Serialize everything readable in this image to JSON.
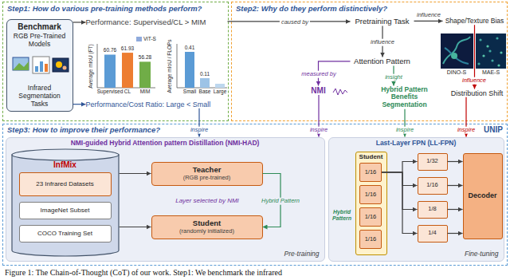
{
  "diagram": {
    "caption": "Figure 1: The Chain-of-Thought (CoT) of our work. Step1: We benchmark the infrared",
    "nodes": [
      {
        "text": [
          "Step1: How do various pre-training methods perform?"
        ]
      },
      {
        "text": [
          "Benchmark",
          "RGB Pre-Trained Models",
          "Infrared Segmentation Tasks"
        ],
        "in": 0
      },
      {
        "text": [
          "Performance: Supervised/CL > MIM"
        ],
        "in": 0
      },
      {
        "text": [
          "Performance/Cost Ratio: Large < Small"
        ],
        "in": 0
      },
      {
        "text": [
          "Step2: Why do they perform distinctively?"
        ]
      },
      {
        "text": [
          "Pretraining Task"
        ],
        "in": 4
      },
      {
        "text": [
          "Shape/Texture Bias"
        ],
        "in": 4
      },
      {
        "text": [
          "Attention Pattern"
        ],
        "in": 4
      },
      {
        "text": [
          "NMI"
        ],
        "in": 4
      },
      {
        "text": [
          "Hybrid Pattern Benefits Segmentation"
        ],
        "in": 4
      },
      {
        "text": [
          "Distribution Shift"
        ],
        "in": 4
      },
      {
        "text": [
          "Step3: How to improve their performance?",
          "UNIP"
        ]
      },
      {
        "text": [
          "NMI-guided Hybrid Attention pattern Distillation (NMI-HAD)",
          "Pre-training"
        ],
        "in": 11
      },
      {
        "text": [
          "InfMix"
        ],
        "in": 12
      },
      {
        "text": [
          "23 Infrared Datasets"
        ],
        "in": 13
      },
      {
        "text": [
          "ImageNet Subset"
        ],
        "in": 13
      },
      {
        "text": [
          "COCO Training Set"
        ],
        "in": 13
      },
      {
        "text": [
          "Teacher",
          "(RGB pre-trained)"
        ],
        "in": 12
      },
      {
        "text": [
          "Student",
          "(randomly initialized)"
        ],
        "in": 12
      },
      {
        "text": [
          "Last-Layer FPN (LL-FPN)",
          "Fine-tuning"
        ],
        "in": 11
      },
      {
        "text": [
          "Student"
        ],
        "in": 19
      },
      {
        "text": [
          "1/16"
        ],
        "in": 20
      },
      {
        "text": [
          "1/16"
        ],
        "in": 20
      },
      {
        "text": [
          "1/16"
        ],
        "in": 20
      },
      {
        "text": [
          "1/16"
        ],
        "in": 20
      },
      {
        "text": [
          "1/32"
        ],
        "in": 19
      },
      {
        "text": [
          "1/16"
        ],
        "in": 19
      },
      {
        "text": [
          "1/8"
        ],
        "in": 19
      },
      {
        "text": [
          "1/4"
        ],
        "in": 19
      },
      {
        "text": [
          "Decoder"
        ],
        "in": 19
      }
    ],
    "edges": [
      {
        "from": 1,
        "to": 2,
        "arrow": "to"
      },
      {
        "from": 1,
        "to": 3,
        "arrow": "to"
      },
      {
        "from": 2,
        "to": 5,
        "label": "caused by",
        "arrow": "to"
      },
      {
        "from": 5,
        "to": 6,
        "label": "influence",
        "arrow": "to"
      },
      {
        "from": 5,
        "to": 7,
        "label": "influence",
        "arrow": "to"
      },
      {
        "from": 7,
        "to": 8,
        "label": "measured by",
        "arrow": "to"
      },
      {
        "from": 7,
        "to": 9,
        "label": "insight",
        "arrow": "to"
      },
      {
        "from": 6,
        "to": 10,
        "label": "influence",
        "arrow": "to"
      },
      {
        "from": 3,
        "to": 12,
        "label": "inspire",
        "arrow": "to"
      },
      {
        "from": 8,
        "to": 12,
        "label": "inspire",
        "arrow": "to"
      },
      {
        "from": 9,
        "to": 19,
        "label": "inspire",
        "arrow": "to"
      },
      {
        "from": 10,
        "to": 19,
        "label": "inspire",
        "arrow": "to"
      },
      {
        "from": 13,
        "to": 17,
        "arrow": "to"
      },
      {
        "from": 13,
        "to": 18,
        "arrow": "to"
      },
      {
        "from": 17,
        "to": 18,
        "label": "Hybrid Pattern",
        "arrow": "to"
      },
      {
        "from": 21,
        "to": 25,
        "arrow": "to"
      },
      {
        "from": 21,
        "to": 26,
        "arrow": "to"
      },
      {
        "from": 21,
        "to": 27,
        "arrow": "to"
      },
      {
        "from": 21,
        "to": 28,
        "arrow": "to"
      },
      {
        "from": 25,
        "to": 29,
        "arrow": "to"
      },
      {
        "from": 26,
        "to": 29,
        "arrow": "to"
      },
      {
        "from": 27,
        "to": 29,
        "arrow": "to"
      },
      {
        "from": 28,
        "to": 29,
        "arrow": "to"
      }
    ],
    "labels": [
      "60.76",
      "61.93",
      "56.28",
      "Supervised",
      "CL",
      "MIM",
      "ViT-S",
      "Average mIoU (FT)",
      "0.41",
      "0.11",
      "Small",
      "Base",
      "Large",
      "Average mIoU / FLOPs",
      "DINO-S",
      "MAE-S",
      "Layer selected by NMI",
      "Hybrid Pattern"
    ]
  }
}
